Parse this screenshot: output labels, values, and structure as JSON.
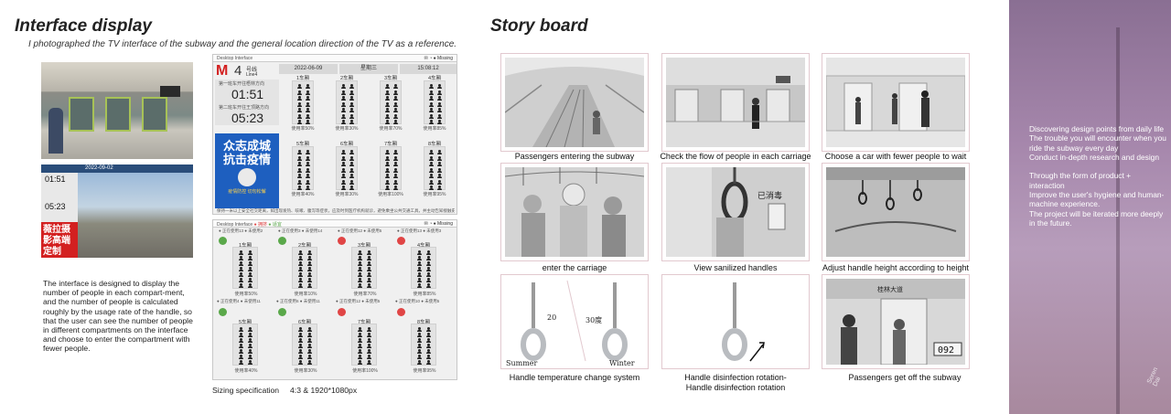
{
  "interface": {
    "title": "Interface display",
    "subtitle": "I photographed the TV interface of the subway and the general location direction of the TV as a reference.",
    "description": "The interface is designed to display the number of people in each compart-ment, and the number of people is calculated roughly by the usage rate of the handle, so that the user can see the number of people in different compartments on the interface and choose to enter the compartment with fewer people.",
    "sizing": "Sizing specification     4:3 & 1920*1080px",
    "photo_screen": {
      "date": "2022-09-02",
      "time_a": "01:51",
      "time_b": "05:23",
      "ad_text": "薇拉摄影高端定制"
    }
  },
  "desktop_top": {
    "window_title": "Desktop Interface",
    "status": "Missing",
    "line_number": "4",
    "line_cn": "号线",
    "line_en": "Line4",
    "date": "2022-06-09",
    "weekday": "星期三",
    "clock": "15:08:12",
    "next_train_1_label": "第一班车开往梧林方向",
    "next_train_1_time": "01:51",
    "next_train_2_label": "第二班车开往王顶路方向",
    "next_train_2_time": "05:23",
    "poster_line1": "众志成城",
    "poster_line2": "抗击疫情",
    "poster_sub": "疫情防控 切勿松懈",
    "notice": "保持一米以上安全社交距离，如出现发热、咳嗽、腹泻等症状，应及时到医疗机构就诊，避免乘坐公共交通工具，并主动告知接触史。",
    "cars": [
      {
        "name": "1车厢",
        "usage": "使用率50%"
      },
      {
        "name": "2车厢",
        "usage": "使用率30%"
      },
      {
        "name": "3车厢",
        "usage": "使用率70%"
      },
      {
        "name": "4车厢",
        "usage": "使用率85%"
      },
      {
        "name": "5车厢",
        "usage": "使用率40%"
      },
      {
        "name": "6车厢",
        "usage": "使用率30%"
      },
      {
        "name": "7车厢",
        "usage": "使用率100%"
      },
      {
        "name": "8车厢",
        "usage": "使用率95%"
      }
    ]
  },
  "desktop_bottom": {
    "window_title": "Desktop Interface",
    "legend_red": "拥挤",
    "legend_green": "适宜",
    "status": "Missing",
    "cars": [
      {
        "legend": "● 正在使用13  ● 未使用2",
        "name": "1车厢",
        "usage": "使用率50%",
        "dot": "#5aa84a",
        "footer": "● 正在使用4  ● 未使用11"
      },
      {
        "legend": "● 正在使用3  ● 未使用14",
        "name": "2车厢",
        "usage": "使用率10%",
        "dot": "#5aa84a",
        "footer": "● 正在使用6  ● 未使用11"
      },
      {
        "legend": "● 正在使用12  ● 未使用5",
        "name": "3车厢",
        "usage": "使用率70%",
        "dot": "#e04545",
        "footer": "● 正在使用12  ● 未使用5"
      },
      {
        "legend": "● 正在使用13  ● 未使用3",
        "name": "4车厢",
        "usage": "使用率85%",
        "dot": "#e04545",
        "footer": "● 正在使用10  ● 未使用5"
      },
      {
        "name": "5车厢",
        "usage": "使用率40%",
        "dot": "#5aa84a"
      },
      {
        "name": "6车厢",
        "usage": "使用率30%",
        "dot": "#5aa84a"
      },
      {
        "name": "7车厢",
        "usage": "使用率100%",
        "dot": "#e04545"
      },
      {
        "name": "8车厢",
        "usage": "使用率95%",
        "dot": "#e04545"
      }
    ]
  },
  "story": {
    "title": "Story board",
    "captions": [
      "Passengers entering the subway",
      "Check the flow of people in each carriage",
      "Choose a car with fewer people to wait",
      "enter the carriage",
      "View sanilized handles",
      "Adjust handle height according to height",
      "Handle temperature change system",
      "Handle disinfection rotation-\nHandle disinfection rotation",
      "Passengers get off the subway"
    ],
    "temp": {
      "left_value": "20",
      "right_value": "30度",
      "summer": "Summer",
      "winter": "Winter"
    },
    "scene_texts": {
      "carriage_sign": "已消毒",
      "door_number": "092",
      "station_sign": "桂林大道"
    }
  },
  "strip": {
    "text": "Discovering design points from daily life\nThe trouble you will encounter when you ride the subway every day\nConduct in-depth research and design\n\nThrough the form of product + interaction\nImprove the user's hygiene and human-machine experience.\nThe project will be iterated more deeply in the future.",
    "signature": "Soren Dai"
  },
  "colors": {
    "brand_red": "#d32020",
    "crowded": "#e04545",
    "ok": "#5aa84a",
    "strip": "#a687ac"
  }
}
